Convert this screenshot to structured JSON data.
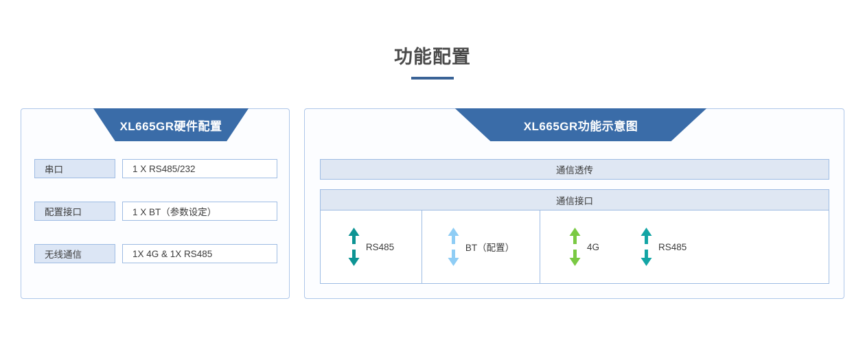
{
  "page": {
    "title": "功能配置",
    "accent_color": "#3a6396",
    "banner_color": "#3a6ca8",
    "panel_border_color": "#adc6e9"
  },
  "left_panel": {
    "banner": "XL665GR硬件配置",
    "rows": [
      {
        "label": "串口",
        "value": "1 X RS485/232"
      },
      {
        "label": "配置接口",
        "value": "1 X BT（参数设定）"
      },
      {
        "label": "无线通信",
        "value": "1X 4G & 1X RS485"
      }
    ]
  },
  "right_panel": {
    "banner": "XL665GR功能示意图",
    "band_transparent": "通信透传",
    "band_interface": "通信接口",
    "cells": [
      {
        "name": "serial",
        "ports": [
          {
            "label": "RS485",
            "icon": "double-arrow-icon",
            "color": "#0d9494"
          }
        ]
      },
      {
        "name": "config",
        "ports": [
          {
            "label": "BT（配置）",
            "icon": "double-arrow-icon",
            "color": "#8fcdf5"
          }
        ]
      },
      {
        "name": "wireless",
        "ports": [
          {
            "label": "4G",
            "icon": "double-arrow-icon",
            "color": "#7ac943"
          },
          {
            "label": "RS485",
            "icon": "double-arrow-icon",
            "color": "#13a5a5"
          }
        ]
      }
    ]
  }
}
